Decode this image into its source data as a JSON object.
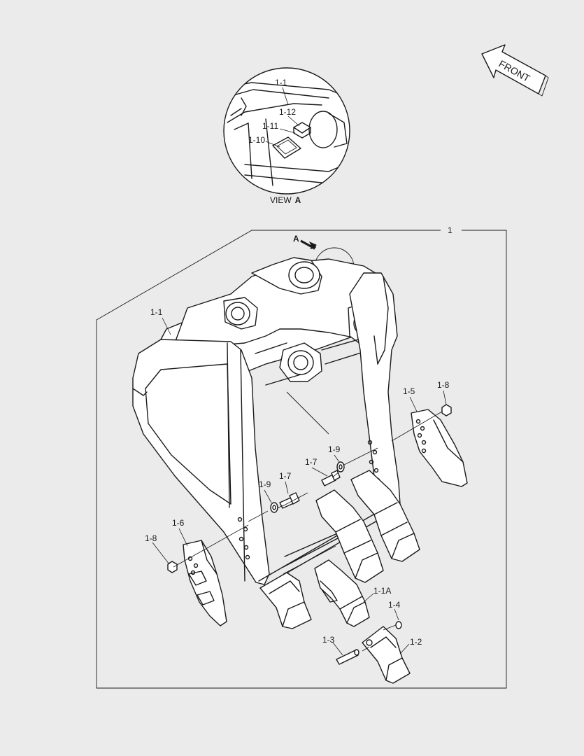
{
  "front_indicator": {
    "label": "FRONT"
  },
  "view_a": {
    "caption": "VIEW",
    "caption_letter": "A"
  },
  "view_arrow": {
    "letter": "A"
  },
  "callouts": {
    "main_assembly": "1",
    "bucket_body": "1-1",
    "bucket_body_detail": "1-1",
    "detail_1_10": "1-10",
    "detail_1_11": "1-11",
    "detail_1_12": "1-12",
    "tooth_adapter": "1-1A",
    "tooth_point": "1-2",
    "pin": "1-3",
    "lock_ring": "1-4",
    "side_cutter_right": "1-5",
    "side_cutter_left": "1-6",
    "bolt_left": "1-7",
    "bolt_right": "1-7",
    "nut_right": "1-8",
    "nut_left": "1-8",
    "washer_left": "1-9",
    "washer_right": "1-9"
  },
  "colors": {
    "background": "#ebebeb",
    "line": "#1a1a1a",
    "fill": "#ffffff"
  }
}
